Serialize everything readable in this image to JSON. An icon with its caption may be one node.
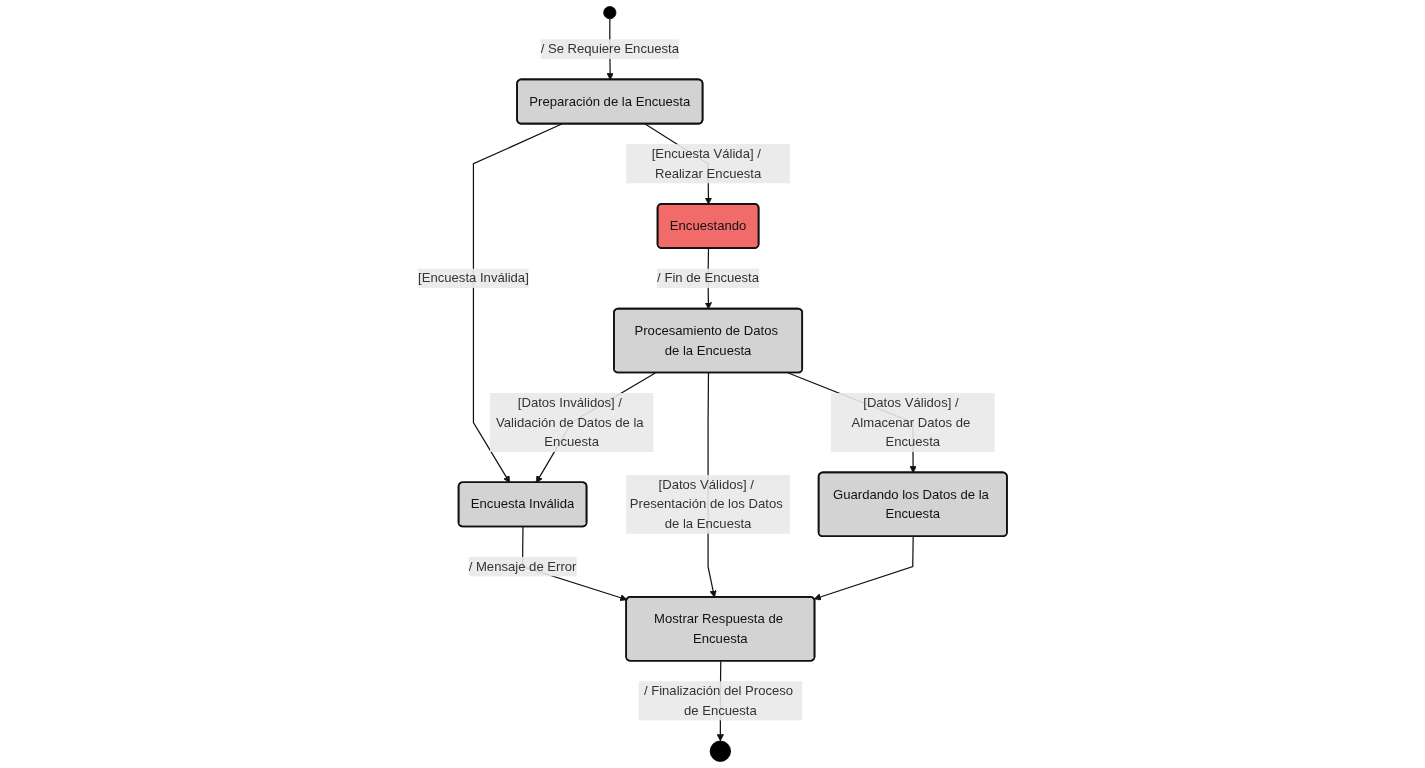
{
  "diagram": {
    "nodes": [
      {
        "text": [],
        "shape": "circle"
      },
      {
        "text": [
          "Preparación de la Encuesta"
        ]
      },
      {
        "text": [
          "Encuesta Inválida"
        ]
      },
      {
        "text": [
          "Mostrar Respuesta de Encuesta"
        ]
      },
      {
        "text": [],
        "shape": "circle"
      },
      {
        "text": [
          "Encuestando"
        ]
      },
      {
        "text": [
          "Procesamiento de Datos de la Encuesta"
        ]
      },
      {
        "text": [
          "Guardando los Datos de la Encuesta"
        ]
      }
    ],
    "edges": [
      {
        "from": 0,
        "to": 1,
        "arrow": "to",
        "label": "/ Se Requiere Encuesta"
      },
      {
        "from": 1,
        "to": 2,
        "arrow": "to",
        "label": "[Encuesta Inválida]"
      },
      {
        "from": 2,
        "to": 3,
        "arrow": "to",
        "label": "/ Mensaje de Error"
      },
      {
        "from": 3,
        "to": 4,
        "arrow": "to",
        "label": "/ Finalización del Proceso de Encuesta"
      },
      {
        "from": 1,
        "to": 5,
        "arrow": "to",
        "label": "[Encuesta Válida] / Realizar Encuesta"
      },
      {
        "from": 5,
        "to": 6,
        "arrow": "to",
        "label": "/ Fin de Encuesta"
      },
      {
        "from": 6,
        "to": 2,
        "arrow": "to",
        "label": "[Datos Inválidos] / Validación de Datos de la Encuesta"
      },
      {
        "from": 6,
        "to": 3,
        "arrow": "to",
        "label": "[Datos Válidos] / Presentación de los Datos de la Encuesta"
      },
      {
        "from": 6,
        "to": 7,
        "arrow": "to",
        "label": "[Datos Válidos] / Almacenar Datos de Encuesta"
      },
      {
        "from": 7,
        "to": 3,
        "arrow": "to"
      }
    ]
  }
}
